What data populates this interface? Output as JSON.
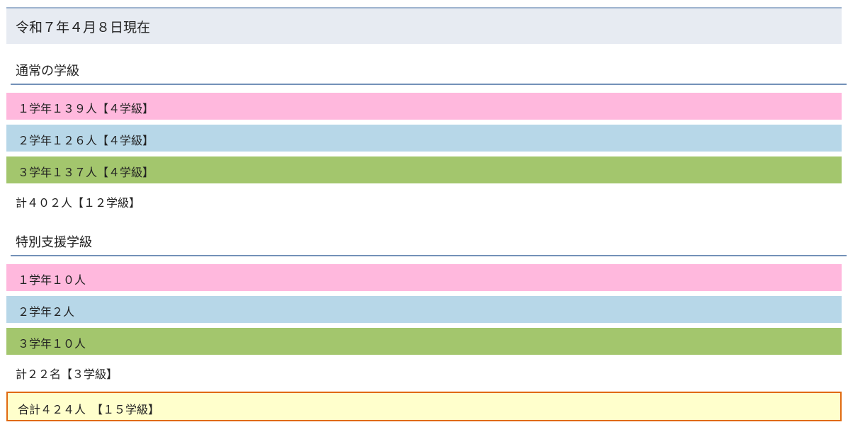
{
  "as_of": "令和７年４月８日現在",
  "regular": {
    "heading": "通常の学級",
    "rows": [
      "１学年１３９人【４学級】",
      "２学年１２６人【４学級】",
      "３学年１３７人【４学級】"
    ],
    "total": "計４０２人【１２学級】"
  },
  "special": {
    "heading": "特別支援学級",
    "rows": [
      "１学年１０人",
      "２学年２人",
      "３学年１０人"
    ],
    "total": "計２２名【３学級】"
  },
  "grand_total": "合計４２４人　【１５学級】"
}
